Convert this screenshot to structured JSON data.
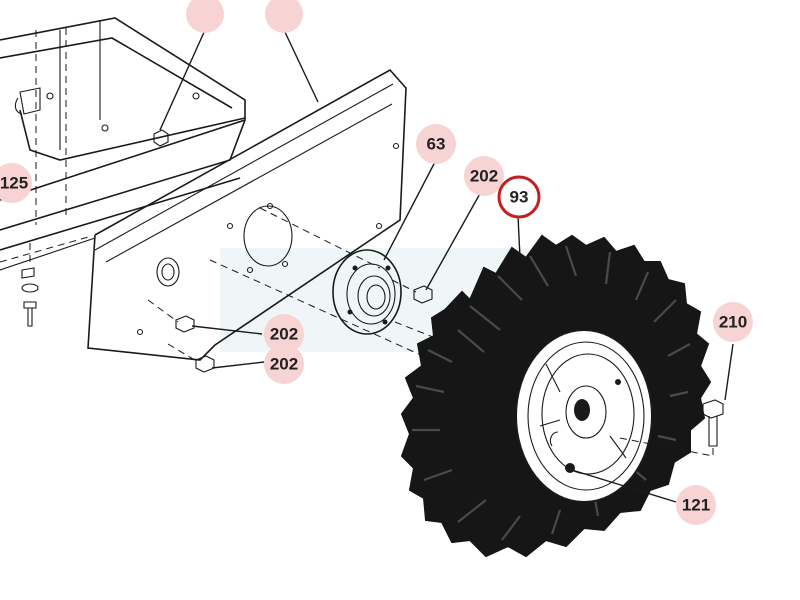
{
  "callouts": {
    "c125": "125",
    "c63": "63",
    "c202_top": "202",
    "c93": "93",
    "c202_mid": "202",
    "c202_low": "202",
    "c210": "210",
    "c121": "121"
  },
  "colors": {
    "callout_bubble": "#f7d3d3",
    "highlight_ring": "#c0201f",
    "line_art": "#1a1a1a",
    "tire": "#161616"
  }
}
